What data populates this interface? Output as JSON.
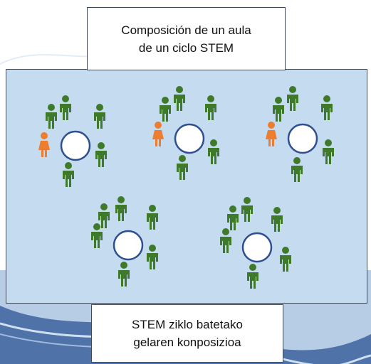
{
  "title": {
    "line1": "Composición de un aula",
    "line2": "de un ciclo STEM"
  },
  "subtitle": {
    "line1": "STEM ziklo batetako",
    "line2": "gelaren konposizioa"
  },
  "colors": {
    "male": "#3f7a2a",
    "female": "#ed7d31",
    "table_fill": "#ffffff",
    "table_stroke": "#2f4f8f",
    "room_fill": "#c5dcf0"
  },
  "groups": [
    {
      "name": "group-1",
      "males": 5,
      "females": 1
    },
    {
      "name": "group-2",
      "males": 5,
      "females": 1
    },
    {
      "name": "group-3",
      "males": 5,
      "females": 1
    },
    {
      "name": "group-4",
      "males": 6,
      "females": 0
    },
    {
      "name": "group-5",
      "males": 6,
      "females": 0
    }
  ]
}
